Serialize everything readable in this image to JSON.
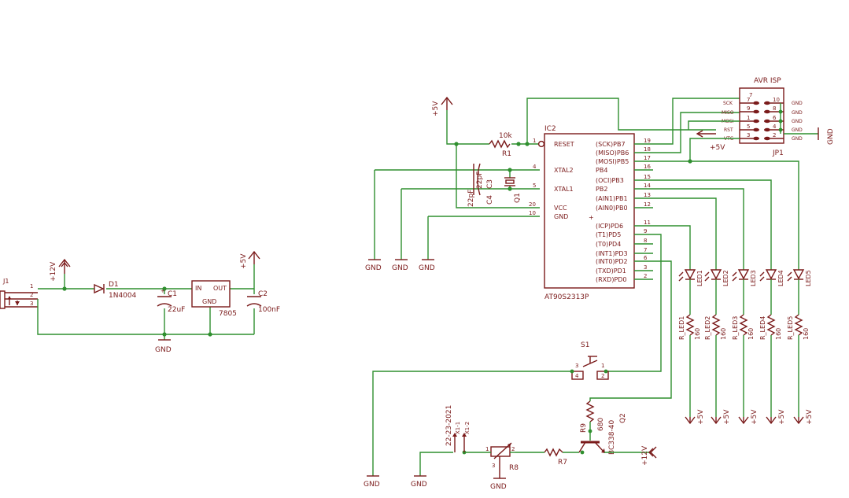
{
  "power": {
    "plus12v": "+12V",
    "plus5v": "+5V",
    "gnd": "GND"
  },
  "j1": {
    "ref": "J1",
    "pins": [
      "1",
      "2",
      "3"
    ]
  },
  "d1": {
    "ref": "D1",
    "value": "1N4004"
  },
  "c1": {
    "ref": "C1",
    "value": "22uF"
  },
  "c2": {
    "ref": "C2",
    "value": "100nF"
  },
  "reg": {
    "value": "7805",
    "in": "IN",
    "out": "OUT",
    "gnd": "GND"
  },
  "r1": {
    "ref": "R1",
    "value": "10k"
  },
  "c3": {
    "ref": "C3",
    "value": "22pF"
  },
  "c4": {
    "ref": "C4",
    "value": "22pF"
  },
  "q1": {
    "ref": "Q1"
  },
  "ic2": {
    "ref": "IC2",
    "value": "AT90S2313P",
    "left_pins": [
      {
        "num": "1",
        "name": "RESET"
      },
      {
        "num": "4",
        "name": "XTAL2"
      },
      {
        "num": "5",
        "name": "XTAL1"
      },
      {
        "num": "20",
        "name": "VCC"
      },
      {
        "num": "10",
        "name": "GND"
      }
    ],
    "right_pins": [
      {
        "num": "19",
        "name": "(SCK)PB7"
      },
      {
        "num": "18",
        "name": "(MISO)PB6"
      },
      {
        "num": "17",
        "name": "(MOSI)PB5"
      },
      {
        "num": "16",
        "name": "PB4"
      },
      {
        "num": "15",
        "name": "(OCI)PB3"
      },
      {
        "num": "14",
        "name": "PB2"
      },
      {
        "num": "13",
        "name": "(AIN1)PB1"
      },
      {
        "num": "12",
        "name": "(AIN0)PB0"
      },
      {
        "num": "11",
        "name": "(ICP)PD6"
      },
      {
        "num": "9",
        "name": "(T1)PD5"
      },
      {
        "num": "8",
        "name": "(T0)PD4"
      },
      {
        "num": "7",
        "name": "(INT1)PD3"
      },
      {
        "num": "6",
        "name": "(INT0)PD2"
      },
      {
        "num": "3",
        "name": "(TXD)PD1"
      },
      {
        "num": "2",
        "name": "(RXD)PD0"
      }
    ]
  },
  "jp1": {
    "ref": "JP1",
    "title": "AVR ISP",
    "left_nums": [
      "7",
      "9",
      "1",
      "5",
      "3",
      "1"
    ],
    "right_nums": [
      "10",
      "8",
      "6",
      "4",
      "2"
    ],
    "left_labels": [
      "SCK",
      "MISO",
      "MOSI",
      "RST",
      "VTG"
    ],
    "right_labels": [
      "GND",
      "GND",
      "GND",
      "GND",
      "GND"
    ]
  },
  "leds": [
    {
      "ref": "LED1",
      "res_ref": "R_LED1",
      "res_value": "160"
    },
    {
      "ref": "LED2",
      "res_ref": "R_LED2",
      "res_value": "160"
    },
    {
      "ref": "LED3",
      "res_ref": "R_LED3",
      "res_value": "160"
    },
    {
      "ref": "LED4",
      "res_ref": "R_LED4",
      "res_value": "160"
    },
    {
      "ref": "LED5",
      "res_ref": "R_LED5",
      "res_value": "160"
    }
  ],
  "s1": {
    "ref": "S1",
    "pins": [
      "3",
      "4",
      "1",
      "2"
    ]
  },
  "r9": {
    "ref": "R9",
    "value": "680"
  },
  "q2": {
    "ref": "Q2",
    "value": "BC338-40"
  },
  "r7": {
    "ref": "R7"
  },
  "r8": {
    "ref": "R8",
    "pins": [
      "1",
      "2",
      "3"
    ]
  },
  "x1": {
    "value": "22-23-2021",
    "pin1": "X1-1",
    "pin2": "X1-2"
  }
}
